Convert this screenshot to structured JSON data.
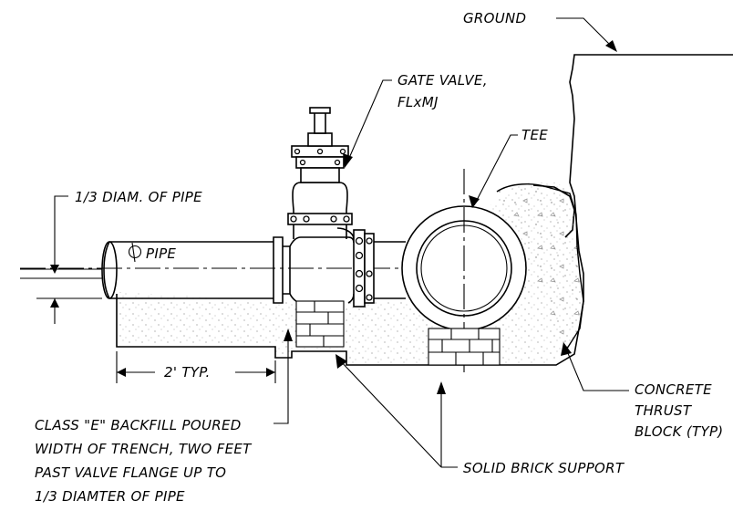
{
  "labels": {
    "ground": "GROUND",
    "gate_valve_line1": "GATE VALVE,",
    "gate_valve_line2": "FLxMJ",
    "tee": "TEE",
    "one_third": "1/3 DIAM. OF PIPE",
    "pipe_centerline": "PIPE",
    "two_feet": "2' TYP.",
    "concrete_line1": "CONCRETE",
    "concrete_line2": "THRUST",
    "concrete_line3": "BLOCK (TYP)",
    "backfill_line1": "CLASS \"E\" BACKFILL POURED",
    "backfill_line2": "WIDTH OF TRENCH, TWO FEET",
    "backfill_line3": "PAST VALVE FLANGE UP TO",
    "backfill_line4": "1/3 DIAMTER OF PIPE",
    "brick_support": "SOLID BRICK SUPPORT"
  }
}
